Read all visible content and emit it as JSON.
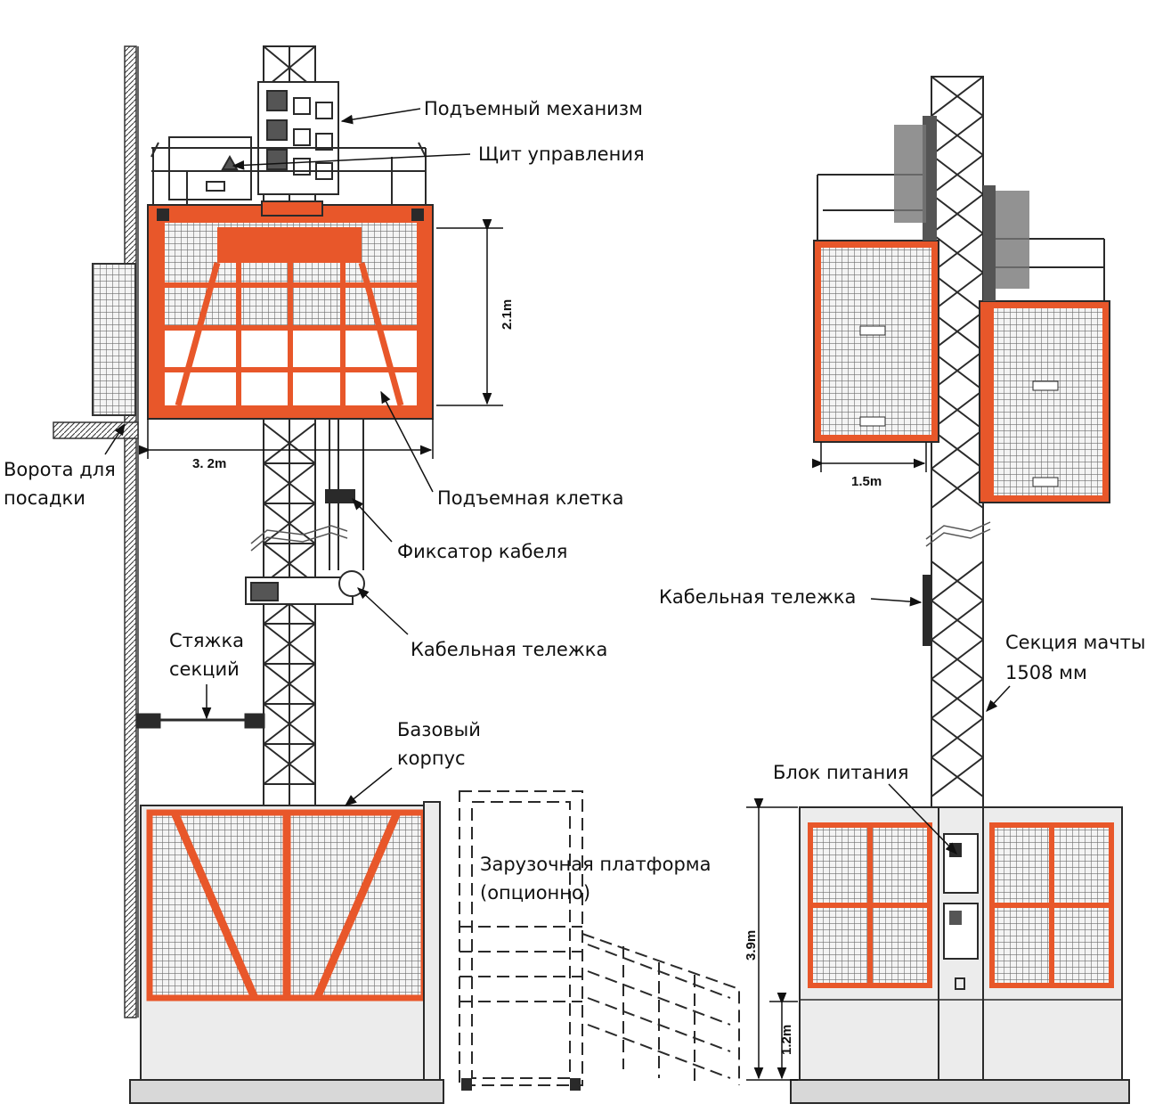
{
  "colors": {
    "cage": "#e8572a",
    "mesh": "#6d6d6d",
    "steel": "#2a2a2a",
    "panel": "#ececec",
    "base": "#d8d8d8"
  },
  "labels": {
    "hoist_mechanism": "Подъемный механизм",
    "control_panel": "Щит управления",
    "boarding_gate_1": "Ворота для",
    "boarding_gate_2": "посадки",
    "lift_cage": "Подъемная клетка",
    "cable_clamp": "Фиксатор кабеля",
    "cable_trolley_left": "Кабельная тележка",
    "tie_1": "Стяжка",
    "tie_2": "секций",
    "base_1": "Базовый",
    "base_2": "корпус",
    "loading_platform_1": "Зарузочная платформа",
    "loading_platform_2": "(опционно)",
    "cable_trolley_right": "Кабельная тележка",
    "mast_section_1": "Секция мачты",
    "mast_section_2": "1508 мм",
    "power_unit": "Блок питания"
  },
  "dimensions": {
    "cage_height": "2.1m",
    "cage_length": "3. 2m",
    "cage_width": "1.5m",
    "base_height": "3.9m",
    "door_height": "1.2m"
  }
}
